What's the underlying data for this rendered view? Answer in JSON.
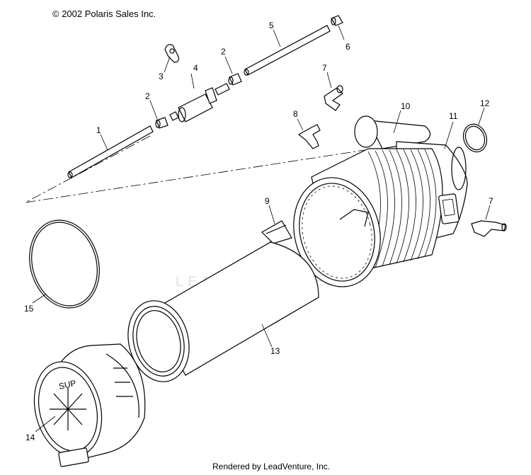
{
  "copyright": "© 2002 Polaris Sales Inc.",
  "footer": "Rendered by LeadVenture, Inc.",
  "watermark": "LEADVENTURE",
  "callouts": [
    {
      "id": "c1",
      "label": "1"
    },
    {
      "id": "c2a",
      "label": "2"
    },
    {
      "id": "c2b",
      "label": "2"
    },
    {
      "id": "c3",
      "label": "3"
    },
    {
      "id": "c4",
      "label": "4"
    },
    {
      "id": "c5",
      "label": "5"
    },
    {
      "id": "c6",
      "label": "6"
    },
    {
      "id": "c7a",
      "label": "7"
    },
    {
      "id": "c7b",
      "label": "7"
    },
    {
      "id": "c8",
      "label": "8"
    },
    {
      "id": "c9",
      "label": "9"
    },
    {
      "id": "c10",
      "label": "10"
    },
    {
      "id": "c11",
      "label": "11"
    },
    {
      "id": "c12",
      "label": "12"
    },
    {
      "id": "c13",
      "label": "13"
    },
    {
      "id": "c14",
      "label": "14"
    },
    {
      "id": "c15",
      "label": "15"
    }
  ],
  "cover_label": "SUP"
}
